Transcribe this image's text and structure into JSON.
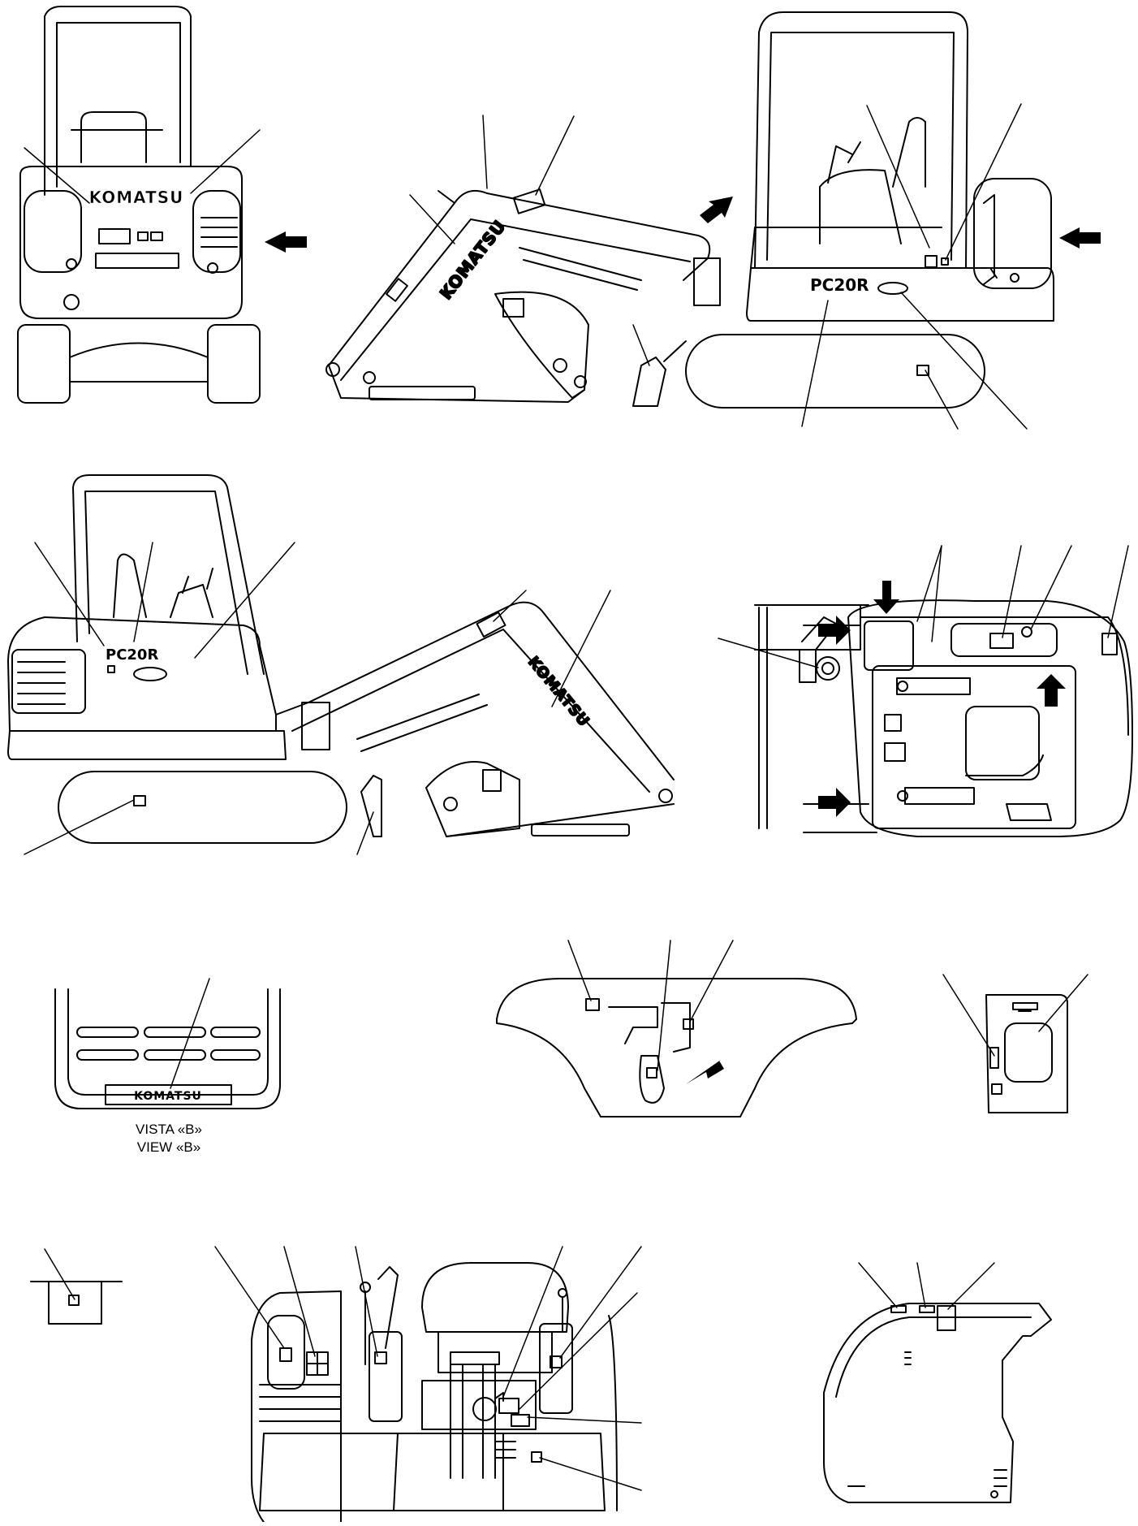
{
  "brand": {
    "logo_text": "KOMATSU",
    "model_badge": "PC20R"
  },
  "view_b": {
    "caption_es": "VISTA «B»",
    "caption_en": "VIEW «B»"
  },
  "colors": {
    "line": "#000000",
    "background": "#ffffff"
  }
}
